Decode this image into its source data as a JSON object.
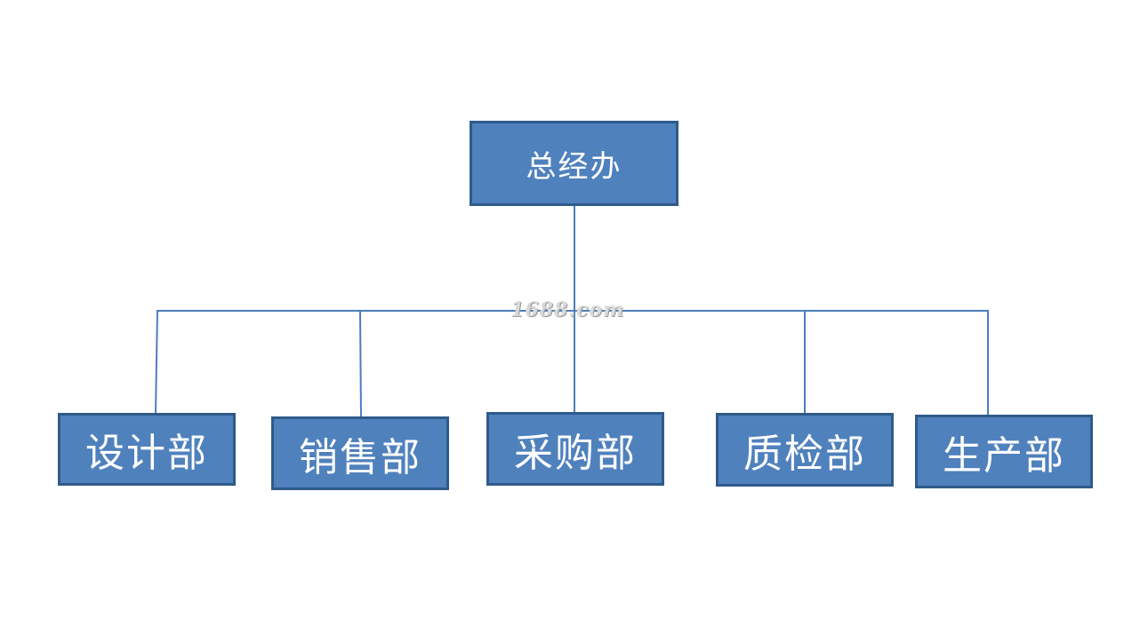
{
  "org_chart": {
    "root": {
      "label": "总经办"
    },
    "departments": [
      {
        "label": "设计部"
      },
      {
        "label": "销售部"
      },
      {
        "label": "采购部"
      },
      {
        "label": "质检部"
      },
      {
        "label": "生产部"
      }
    ]
  },
  "watermark": "1688.com",
  "colors": {
    "box_fill": "#4f81bd",
    "box_border": "#2f5a8a",
    "connector": "#4a7ebb",
    "text": "#ffffff"
  }
}
